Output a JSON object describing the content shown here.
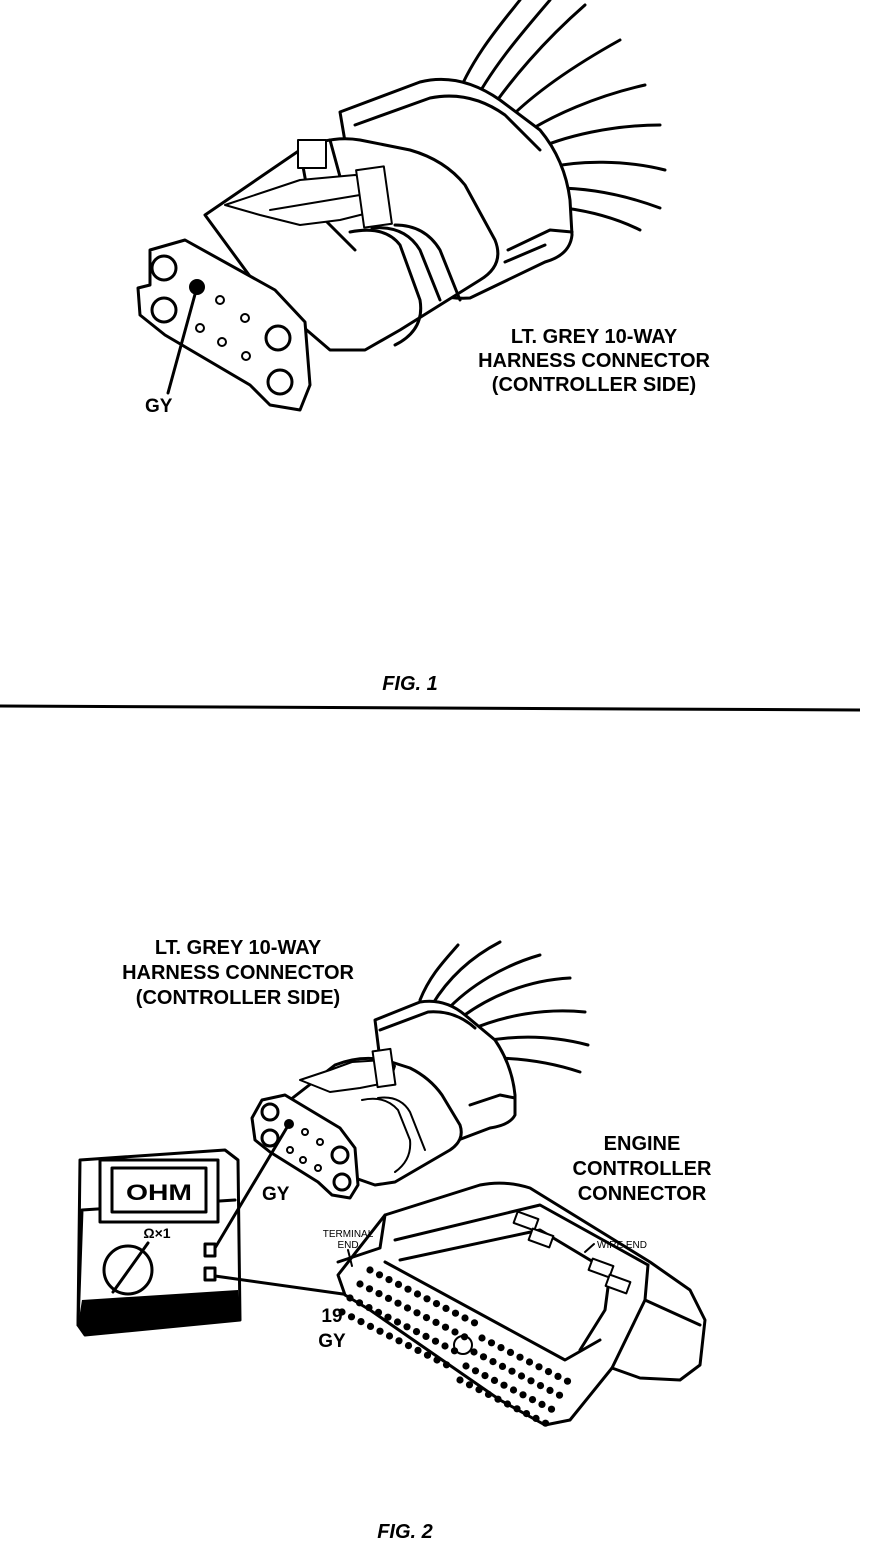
{
  "fig1": {
    "connector_label": [
      "LT. GREY 10-WAY",
      "HARNESS CONNECTOR",
      "(CONTROLLER SIDE)"
    ],
    "pin_label": "GY",
    "caption": "FIG. 1"
  },
  "fig2": {
    "connector_label": [
      "LT. GREY 10-WAY",
      "HARNESS CONNECTOR",
      "(CONTROLLER SIDE)"
    ],
    "pin_label": "GY",
    "meter_display": "OHM",
    "meter_range": "Ω×1",
    "ecm_label": [
      "ENGINE",
      "CONTROLLER",
      "CONNECTOR"
    ],
    "terminal_end_label": [
      "TERMINAL",
      "END"
    ],
    "wire_end_label": "WIRE END",
    "cavity_number": "19",
    "cavity_color": "GY",
    "caption": "FIG. 2"
  },
  "colors": {
    "ink": "#000000",
    "paper": "#ffffff"
  }
}
